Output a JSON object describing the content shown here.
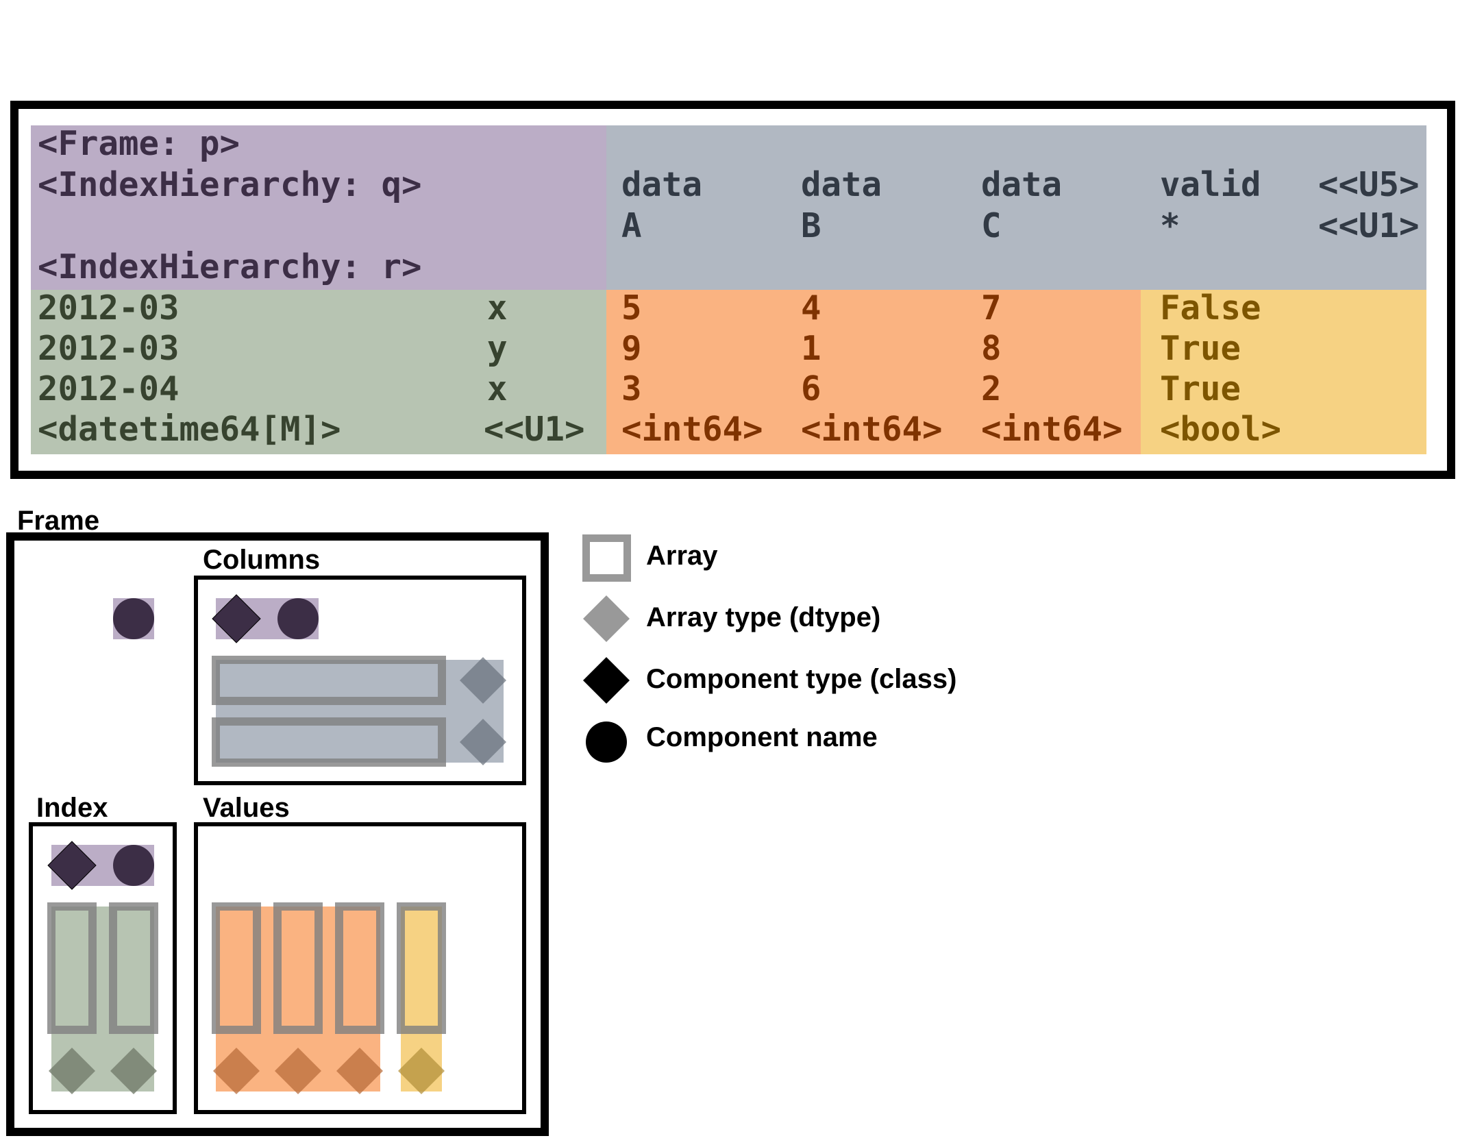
{
  "table": {
    "name_block": {
      "frame_label": "<Frame: p>",
      "columns_label": "<IndexHierarchy: q>",
      "index_label": "<IndexHierarchy: r>"
    },
    "columns": [
      {
        "depth0": "data",
        "depth1": "A"
      },
      {
        "depth0": "data",
        "depth1": "B"
      },
      {
        "depth0": "data",
        "depth1": "C"
      },
      {
        "depth0": "valid",
        "depth1": "*"
      }
    ],
    "column_dtypes": {
      "depth0": "<<U5>",
      "depth1": "<<U1>"
    },
    "rows": [
      {
        "index0": "2012-03",
        "index1": "x",
        "values": [
          "5",
          "4",
          "7",
          "False"
        ]
      },
      {
        "index0": "2012-03",
        "index1": "y",
        "values": [
          "9",
          "1",
          "8",
          "True"
        ]
      },
      {
        "index0": "2012-04",
        "index1": "x",
        "values": [
          "3",
          "6",
          "2",
          "True"
        ]
      }
    ],
    "index_dtypes": [
      "<datetime64[M]>",
      "<<U1>"
    ],
    "value_dtypes": [
      "<int64>",
      "<int64>",
      "<int64>",
      "<bool>"
    ]
  },
  "diagram": {
    "frame_label": "Frame",
    "columns_label": "Columns",
    "index_label": "Index",
    "values_label": "Values"
  },
  "legend": [
    {
      "icon": "array-square-icon",
      "label": "Array"
    },
    {
      "icon": "dtype-diamond-icon",
      "label": "Array type (dtype)"
    },
    {
      "icon": "class-diamond-icon",
      "label": "Component type (class)"
    },
    {
      "icon": "name-circle-icon",
      "label": "Component name"
    }
  ],
  "colors": {
    "name": "#bbadc6",
    "columns": "#b1b8c2",
    "index": "#b7c4b2",
    "int_values": "#fab381",
    "bool_values": "#f6d283",
    "dark_marker": "#3c2e46",
    "array_border": "#999999"
  }
}
